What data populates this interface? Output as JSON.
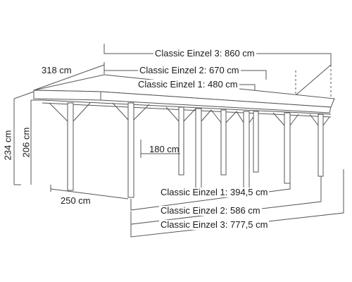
{
  "lengths_top": {
    "l3": "Classic Einzel 3: 860 cm",
    "l2": "Classic Einzel 2: 670 cm",
    "l1": "Classic Einzel 1: 480 cm"
  },
  "lengths_bottom": {
    "l1": "Classic Einzel 1: 394,5 cm",
    "l2": "Classic Einzel 2: 586 cm",
    "l3": "Classic Einzel 3: 777,5 cm"
  },
  "width_roof": "318 cm",
  "width_posts": "250 cm",
  "height_total": "234 cm",
  "height_clear": "206 cm",
  "clearance": "180 cm",
  "colors": {
    "lines": "#555555",
    "wood_fill": "#ffffff",
    "text": "#1a1a1a"
  }
}
